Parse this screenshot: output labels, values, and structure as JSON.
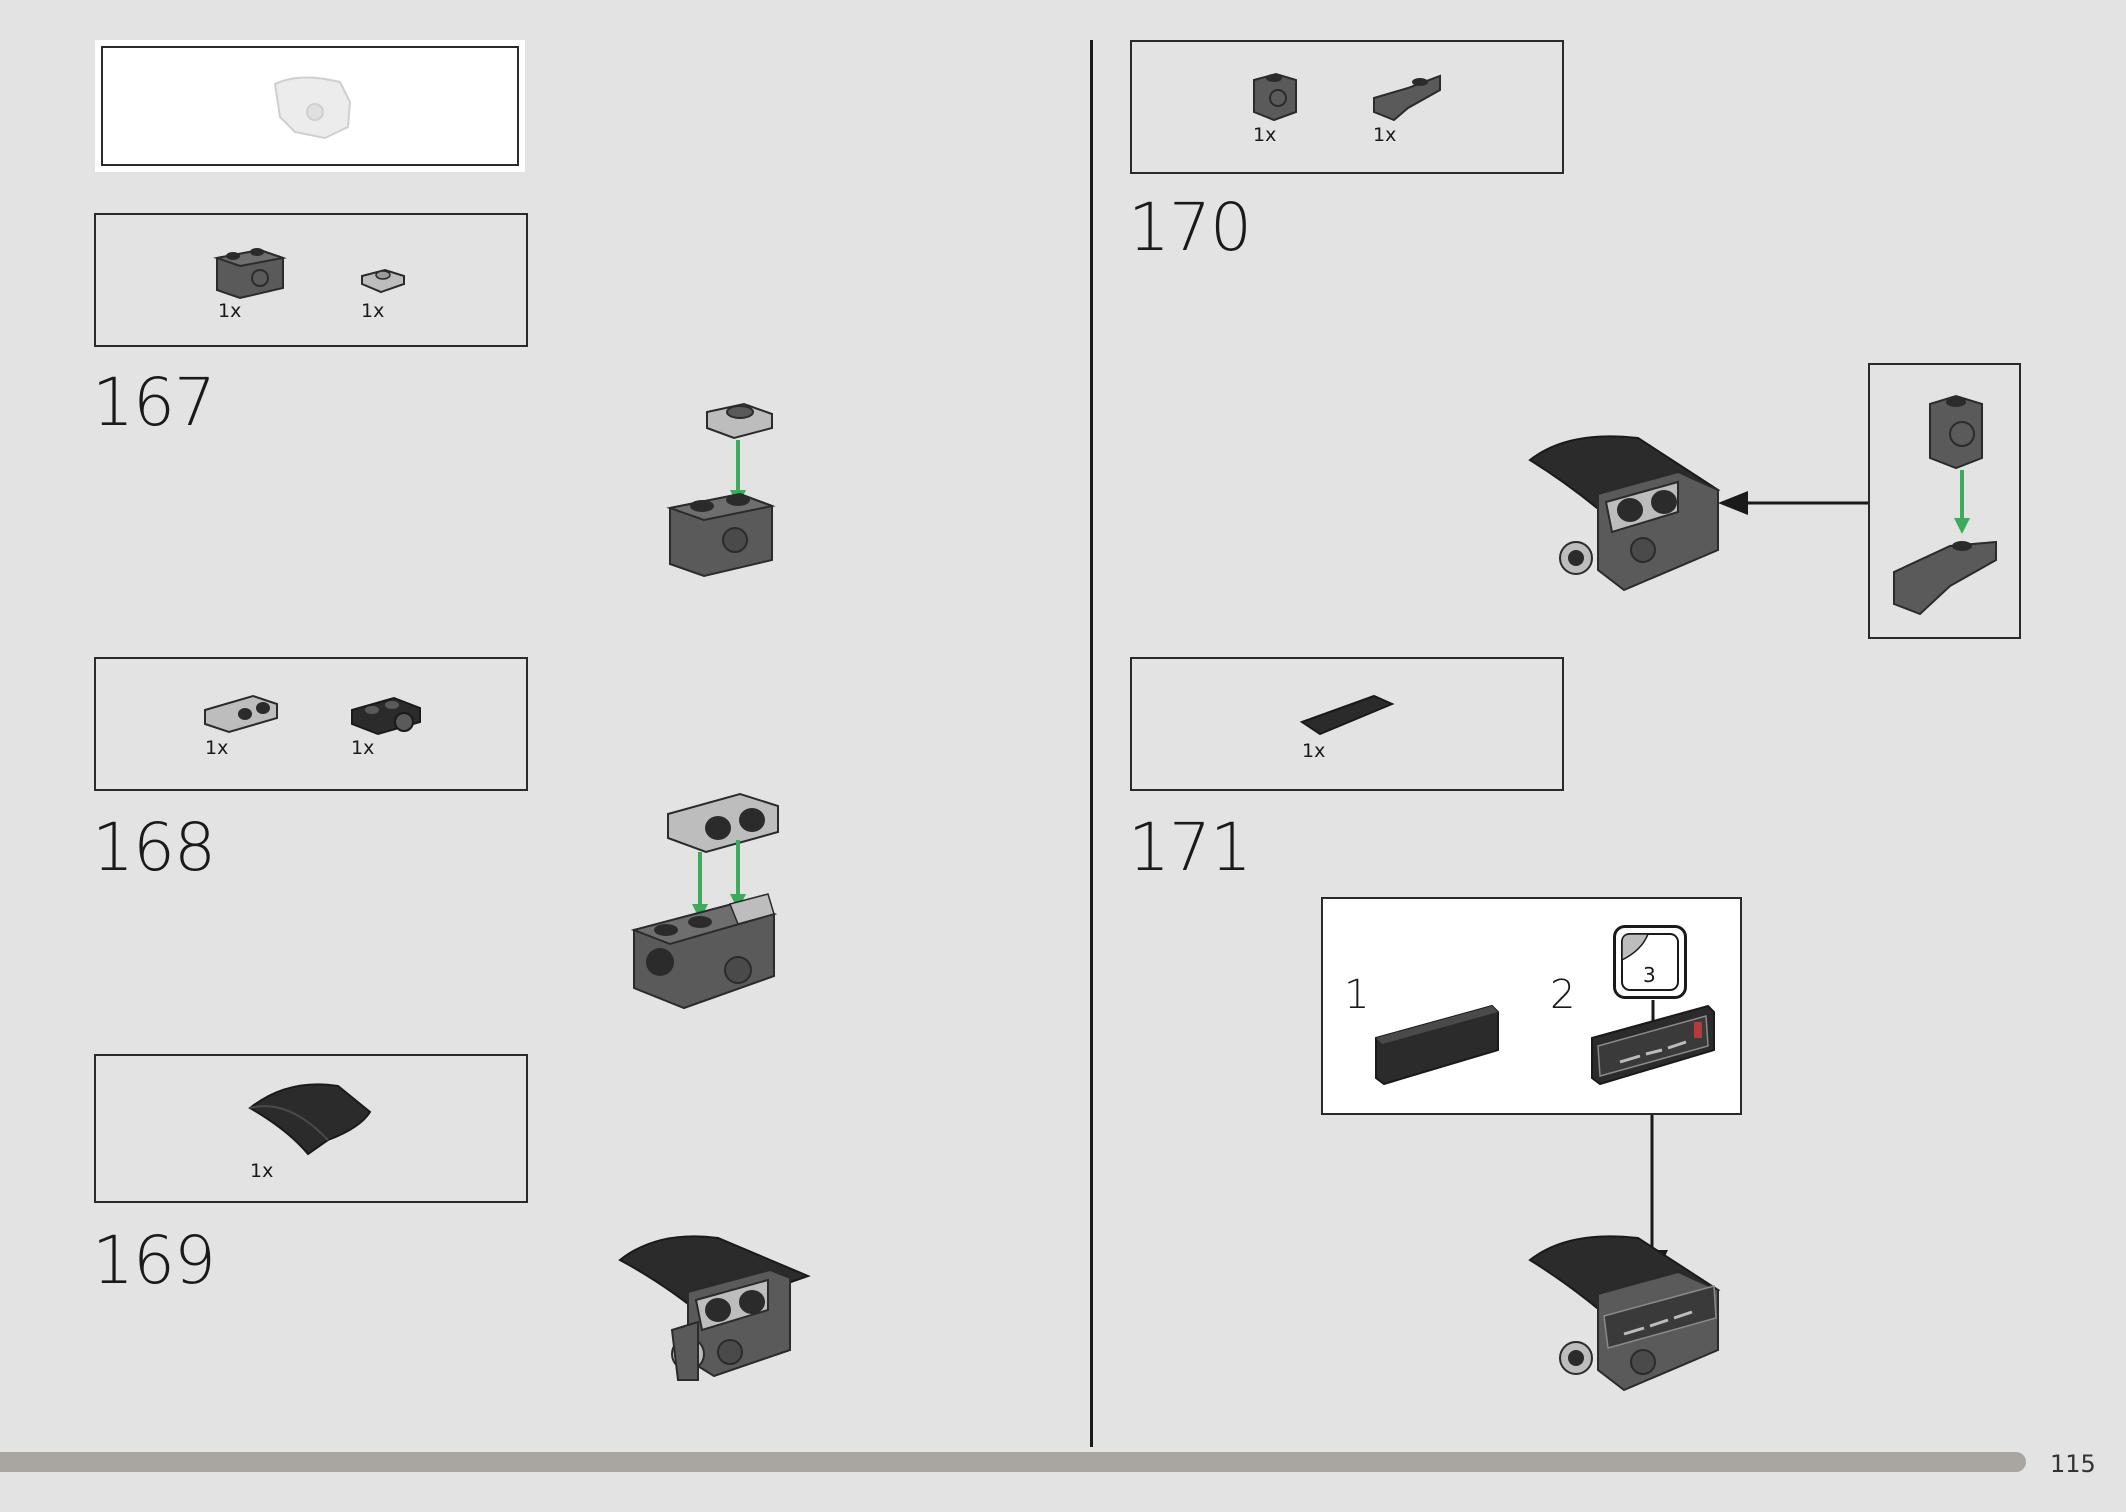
{
  "page_number": "115",
  "steps": [
    {
      "number": "167",
      "parts": [
        {
          "qty": "1x"
        },
        {
          "qty": "1x"
        }
      ]
    },
    {
      "number": "168",
      "parts": [
        {
          "qty": "1x"
        },
        {
          "qty": "1x"
        }
      ]
    },
    {
      "number": "169",
      "parts": [
        {
          "qty": "1x"
        }
      ]
    },
    {
      "number": "170",
      "parts": [
        {
          "qty": "1x"
        },
        {
          "qty": "1x"
        }
      ]
    },
    {
      "number": "171",
      "parts": [
        {
          "qty": "1x"
        }
      ]
    }
  ],
  "sub_assembly": {
    "sub_steps": [
      "1",
      "2"
    ],
    "sticker_number": "3"
  },
  "colors": {
    "dark_gray": "#5a5a5a",
    "black": "#2b2b2b",
    "light_gray": "#bdbdbd",
    "arrow_green": "#3daa5c"
  }
}
